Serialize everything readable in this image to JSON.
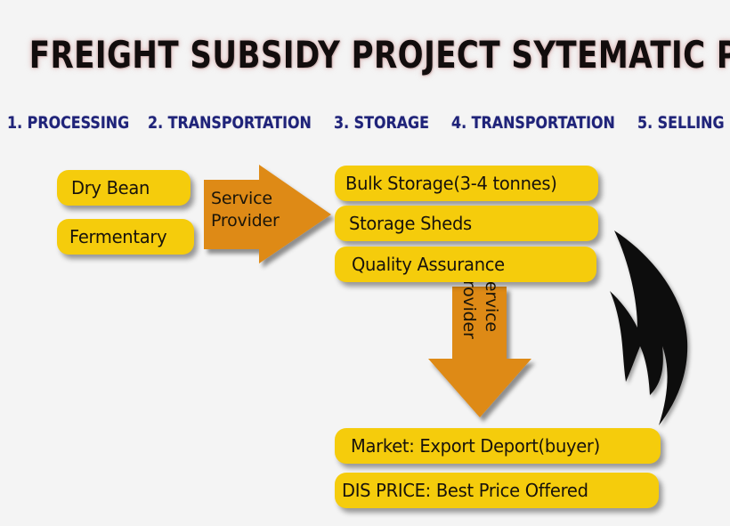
{
  "background_color": "#f4f4f4",
  "title": "FREIGHT SUBSIDY PROJECT SYTEMATIC PROCEDURE",
  "colors": {
    "box_yellow": "#f5cc0c",
    "arrow_orange": "#de8a15",
    "step_label_blue": "#1f2379",
    "curved_arrow_black": "#100d0b",
    "text_black": "#17120c"
  },
  "steps": [
    {
      "label": "1. PROCESSING"
    },
    {
      "label": "2. TRANSPORTATION"
    },
    {
      "label": "3. STORAGE"
    },
    {
      "label": "4. TRANSPORTATION"
    },
    {
      "label": "5. SELLING"
    }
  ],
  "processing_boxes": [
    {
      "label": "Dry Bean"
    },
    {
      "label": "Fermentary"
    }
  ],
  "storage_boxes": [
    {
      "label": "Bulk Storage(3-4 tonnes)"
    },
    {
      "label": "Storage Sheds"
    },
    {
      "label": "Quality Assurance"
    }
  ],
  "selling_boxes": [
    {
      "label": "Market: Export Deport(buyer)"
    },
    {
      "label": "DIS PRICE: Best Price Offered"
    }
  ],
  "arrows": {
    "right_arrow": {
      "line1": "Service",
      "line2": "Provider",
      "direction": "right"
    },
    "down_arrow": {
      "line1": "Service",
      "line2": "Provider",
      "direction": "down"
    },
    "curved_arrow": {
      "direction": "down-left-sweep"
    }
  }
}
